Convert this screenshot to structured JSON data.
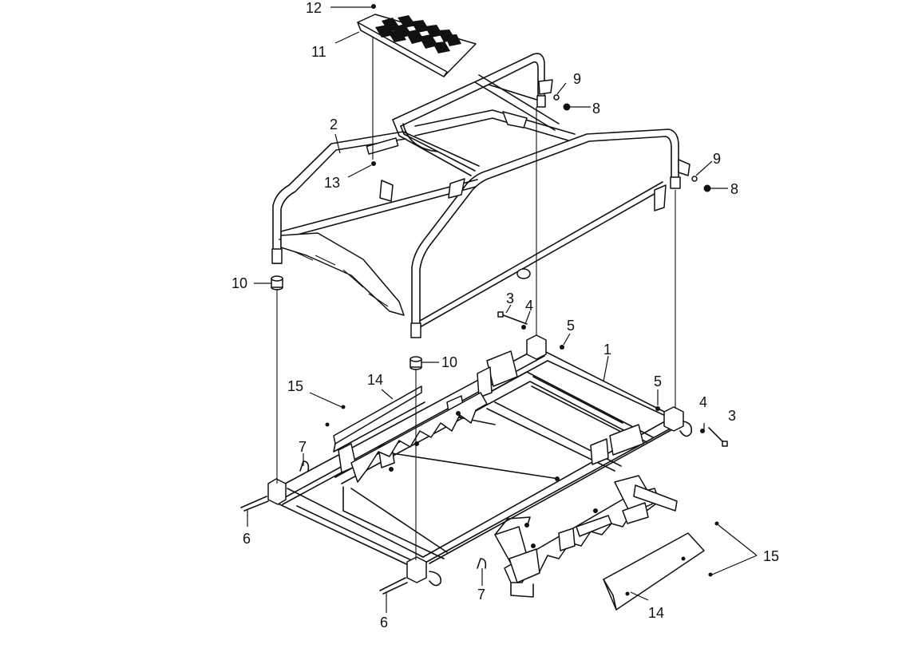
{
  "diagram": {
    "callouts": {
      "c1": "1",
      "c2": "2",
      "c3a": "3",
      "c3b": "3",
      "c4a": "4",
      "c4b": "4",
      "c5a": "5",
      "c5b": "5",
      "c6a": "6",
      "c6b": "6",
      "c7a": "7",
      "c7b": "7",
      "c8a": "8",
      "c8b": "8",
      "c9a": "9",
      "c9b": "9",
      "c10a": "10",
      "c10b": "10",
      "c11": "11",
      "c12": "12",
      "c13": "13",
      "c14a": "14",
      "c14b": "14",
      "c15a": "15",
      "c15b": "15"
    },
    "colors": {
      "ink": "#111111",
      "paper": "#ffffff"
    }
  }
}
